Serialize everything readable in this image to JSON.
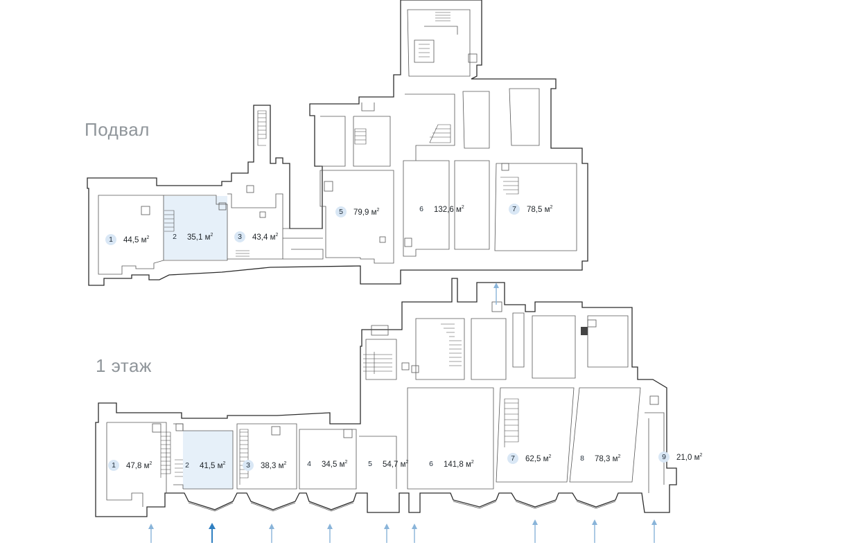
{
  "floors": [
    {
      "title": "Подвал",
      "rooms": [
        {
          "num": "1",
          "area": "44,5 м",
          "sup": "2",
          "selected": false
        },
        {
          "num": "2",
          "area": "35,1 м",
          "sup": "2",
          "selected": true
        },
        {
          "num": "3",
          "area": "43,4 м",
          "sup": "2",
          "selected": false
        },
        {
          "num": "5",
          "area": "79,9 м",
          "sup": "2",
          "selected": false
        },
        {
          "num": "6",
          "area": "132,6 м",
          "sup": "2",
          "selected": false
        },
        {
          "num": "7",
          "area": "78,5 м",
          "sup": "2",
          "selected": false
        }
      ]
    },
    {
      "title": "1 этаж",
      "rooms": [
        {
          "num": "1",
          "area": "47,8 м",
          "sup": "2",
          "selected": false
        },
        {
          "num": "2",
          "area": "41,5 м",
          "sup": "2",
          "selected": true
        },
        {
          "num": "3",
          "area": "38,3 м",
          "sup": "2",
          "selected": false
        },
        {
          "num": "4",
          "area": "34,5 м",
          "sup": "2",
          "selected": false
        },
        {
          "num": "5",
          "area": "54,7 м",
          "sup": "2",
          "selected": false
        },
        {
          "num": "6",
          "area": "141,8 м",
          "sup": "2",
          "selected": false
        },
        {
          "num": "7",
          "area": "62,5 м",
          "sup": "2",
          "selected": false
        },
        {
          "num": "8",
          "area": "78,3 м",
          "sup": "2",
          "selected": false
        },
        {
          "num": "9",
          "area": "21,0 м",
          "sup": "2",
          "selected": false
        }
      ]
    }
  ],
  "colors": {
    "selected_room_fill": "#e6f0f9",
    "entrance_arrow": "#89b4d9",
    "entrance_arrow_active": "#2f7fc1",
    "badge_fill": "#d9e7f5",
    "floor_title": "#8f959a"
  },
  "icons": {
    "entrance": "arrow-up-icon",
    "stairs": "stairs-icon",
    "toilet": "toilet-icon"
  }
}
